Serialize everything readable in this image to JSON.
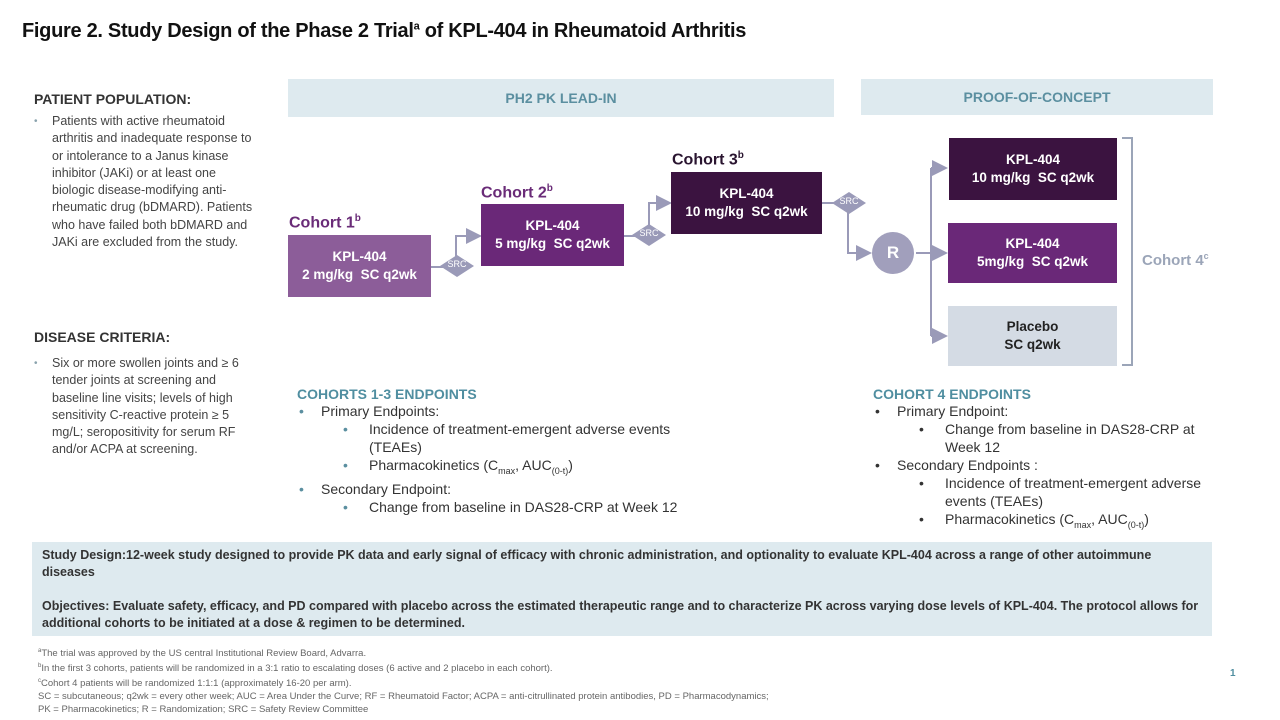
{
  "title": {
    "text": "Figure 2. Study Design of the Phase 2 Trial",
    "sup": "a",
    "rest": " of KPL-404 in Rheumatoid Arthritis"
  },
  "sidebar": {
    "population": {
      "heading": "PATIENT POPULATION:",
      "items": [
        "Patients with active rheumatoid arthritis and inadequate response to or intolerance to a Janus kinase inhibitor (JAKi) or at least one biologic disease-modifying anti-rheumatic drug (bDMARD). Patients who have failed both bDMARD and JAKi are excluded from the study."
      ]
    },
    "disease": {
      "heading": "DISEASE CRITERIA:",
      "items": [
        "Six or more swollen joints and ≥ 6 tender joints at screening and baseline line visits; levels of high sensitivity C-reactive protein ≥ 5 mg/L; seropositivity for serum RF and/or ACPA at screening."
      ]
    }
  },
  "phases": {
    "lead_in": "PH2 PK LEAD-IN",
    "poc": "PROOF-OF-CONCEPT"
  },
  "cohorts": [
    {
      "label": "Cohort 1",
      "sup": "b",
      "drug": "KPL-404",
      "dose": "2 mg/kg  SC q2wk"
    },
    {
      "label": "Cohort 2",
      "sup": "b",
      "drug": "KPL-404",
      "dose": "5 mg/kg  SC q2wk"
    },
    {
      "label": "Cohort 3",
      "sup": "b",
      "drug": "KPL-404",
      "dose": "10 mg/kg  SC q2wk"
    }
  ],
  "cohort4": {
    "label": "Cohort 4",
    "sup": "c",
    "arms": [
      {
        "drug": "KPL-404",
        "dose": "10 mg/kg  SC q2wk"
      },
      {
        "drug": "KPL-404",
        "dose": "5mg/kg  SC q2wk"
      },
      {
        "drug": "Placebo",
        "dose": "SC q2wk"
      }
    ]
  },
  "flow_labels": {
    "src": "SRC",
    "randomization": "R"
  },
  "endpoints_1_3": {
    "heading": "COHORTS 1-3 ENDPOINTS",
    "primary": "Primary Endpoints:",
    "primary_items": [
      "Incidence of treatment-emergent adverse events (TEAEs)"
    ],
    "pk_prefix": "Pharmacokinetics (C",
    "pk_sub1": "max",
    "pk_mid": ", AUC",
    "pk_sub2": "(0-t)",
    "pk_suffix": ")",
    "secondary": "Secondary Endpoint:",
    "secondary_items": [
      "Change from baseline in DAS28-CRP at Week 12"
    ]
  },
  "endpoints_4": {
    "heading": "COHORT 4 ENDPOINTS",
    "primary": "Primary Endpoint:",
    "primary_items": [
      "Change from baseline in DAS28-CRP at Week 12"
    ],
    "secondary": "Secondary Endpoints :",
    "secondary_items": [
      "Incidence of treatment-emergent adverse events (TEAEs)"
    ],
    "pk_prefix": "Pharmacokinetics (C",
    "pk_sub1": "max",
    "pk_mid": ", AUC",
    "pk_sub2": "(0-t)",
    "pk_suffix": ")"
  },
  "design": {
    "study": "Study Design:12-week study designed to provide PK data and early signal of efficacy with chronic administration, and optionality to evaluate KPL-404 across a range of other autoimmune diseases",
    "objectives": "Objectives: Evaluate safety, efficacy, and PD compared with placebo across the estimated therapeutic range and to characterize PK across varying dose levels of KPL-404. The protocol allows for additional cohorts to be initiated at a dose & regimen to be determined."
  },
  "footnotes": [
    {
      "sup": "a",
      "text": "The trial was approved by the US  central Institutional Review Board, Advarra."
    },
    {
      "sup": "b",
      "text": "In the first 3 cohorts, patients will be randomized in a 3:1 ratio to escalating doses (6 active and 2 placebo in each cohort)."
    },
    {
      "sup": "c",
      "text": "Cohort 4 patients will be randomized 1:1:1 (approximately 16-20 per arm)."
    },
    {
      "sup": "",
      "text": "SC = subcutaneous; q2wk = every other week; AUC = Area Under the Curve; RF = Rheumatoid  Factor; ACPA = anti-citrullinated protein antibodies, PD = Pharmacodynamics;"
    },
    {
      "sup": "",
      "text": "PK = Pharmacokinetics; R = Randomization; SRC = Safety Review Committee"
    }
  ],
  "page_number": "1",
  "colors": {
    "cohort1": "#8c5d99",
    "cohort2": "#6a2878",
    "cohort3": "#3b1340",
    "placebo": "#d4dbe4",
    "phase_bg": "#deeaef",
    "teal": "#4f8ea0",
    "connector": "#9a9ab8"
  }
}
